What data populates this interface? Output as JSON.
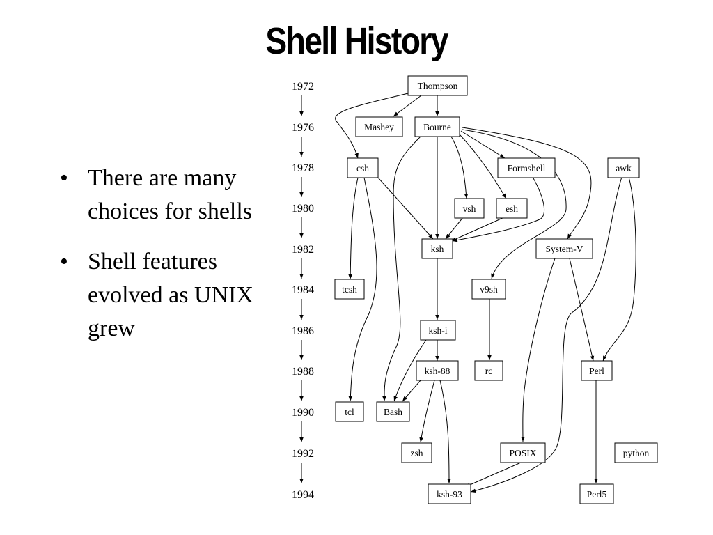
{
  "slide": {
    "title": "Shell History",
    "bullets": [
      "There are many choices for shells",
      "Shell features evolved as UNIX grew"
    ]
  },
  "diagram": {
    "years": [
      "1972",
      "1976",
      "1978",
      "1980",
      "1982",
      "1984",
      "1986",
      "1988",
      "1990",
      "1992",
      "1994"
    ],
    "nodes": {
      "thompson": "Thompson",
      "mashey": "Mashey",
      "bourne": "Bourne",
      "csh": "csh",
      "formshell": "Formshell",
      "awk": "awk",
      "vsh": "vsh",
      "esh": "esh",
      "ksh": "ksh",
      "systemv": "System-V",
      "tcsh": "tcsh",
      "v9sh": "v9sh",
      "kshi": "ksh-i",
      "ksh88": "ksh-88",
      "rc": "rc",
      "perl": "Perl",
      "tcl": "tcl",
      "bash": "Bash",
      "zsh": "zsh",
      "posix": "POSIX",
      "python": "python",
      "ksh93": "ksh-93",
      "perl5": "Perl5"
    }
  }
}
